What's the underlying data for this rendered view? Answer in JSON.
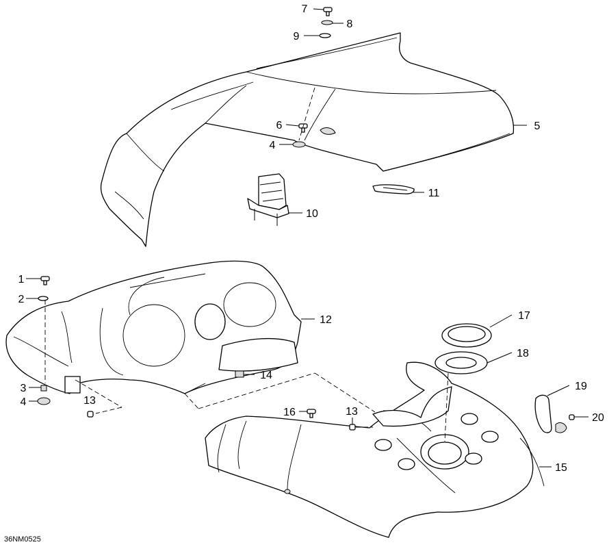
{
  "diagram": {
    "reference_code": "36NM0525",
    "callouts": [
      {
        "id": "c7",
        "label": "7"
      },
      {
        "id": "c8",
        "label": "8"
      },
      {
        "id": "c9",
        "label": "9"
      },
      {
        "id": "c6",
        "label": "6"
      },
      {
        "id": "c4a",
        "label": "4"
      },
      {
        "id": "c5",
        "label": "5"
      },
      {
        "id": "c11",
        "label": "11"
      },
      {
        "id": "c10",
        "label": "10"
      },
      {
        "id": "c1",
        "label": "1"
      },
      {
        "id": "c2",
        "label": "2"
      },
      {
        "id": "c12",
        "label": "12"
      },
      {
        "id": "c3",
        "label": "3"
      },
      {
        "id": "c4b",
        "label": "4"
      },
      {
        "id": "c13a",
        "label": "13"
      },
      {
        "id": "c14",
        "label": "14"
      },
      {
        "id": "c17",
        "label": "17"
      },
      {
        "id": "c18",
        "label": "18"
      },
      {
        "id": "c19",
        "label": "19"
      },
      {
        "id": "c16",
        "label": "16"
      },
      {
        "id": "c13b",
        "label": "13"
      },
      {
        "id": "c20",
        "label": "20"
      },
      {
        "id": "c15",
        "label": "15"
      }
    ]
  }
}
